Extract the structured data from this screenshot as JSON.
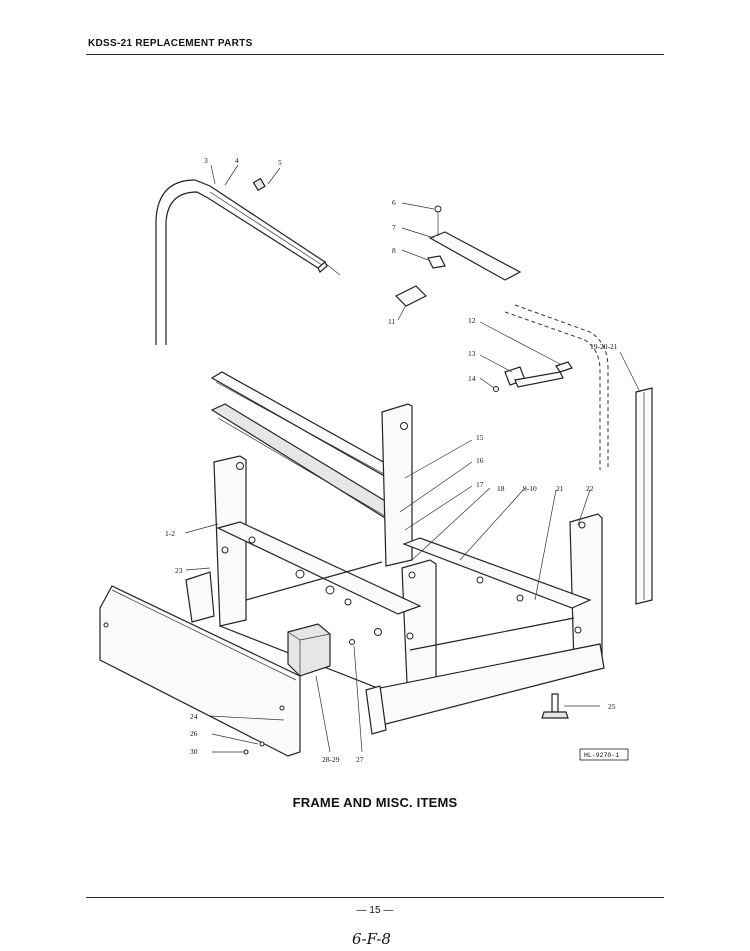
{
  "header": {
    "title": "KDSS-21 REPLACEMENT PARTS"
  },
  "diagram": {
    "callouts": [
      "3",
      "4",
      "5",
      "6",
      "7",
      "8",
      "11",
      "12",
      "13",
      "14",
      "15",
      "16",
      "17",
      "18",
      "9-10",
      "21",
      "22",
      "1-2",
      "23",
      "19-20-21",
      "24",
      "26",
      "30",
      "28-29",
      "27",
      "25"
    ],
    "reference_code": "HL-9270-1"
  },
  "caption": "FRAME AND MISC. ITEMS",
  "footer": {
    "page_number": "— 15 —",
    "handwritten_note": "6-F-8"
  }
}
